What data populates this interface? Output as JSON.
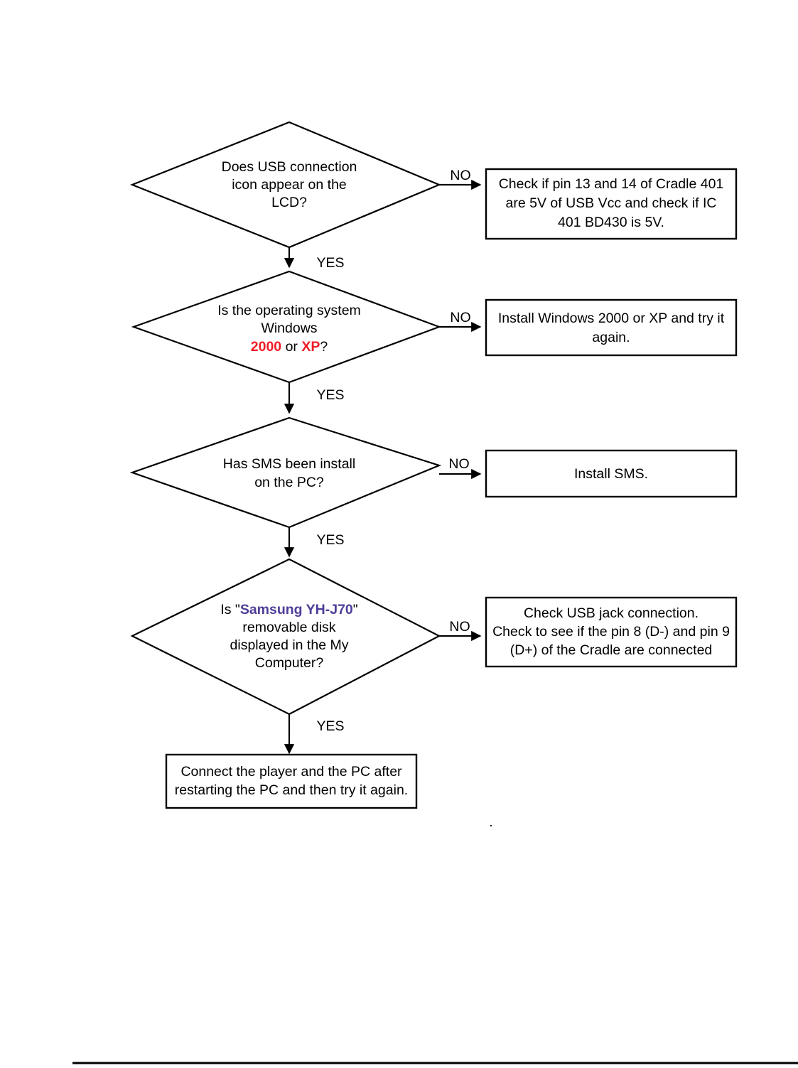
{
  "document": {
    "type": "troubleshooting-flowchart",
    "title": "USB connection troubleshooting flow"
  },
  "colors": {
    "stroke": "#000000",
    "background": "#ffffff",
    "highlight_red": "#ee1c25",
    "highlight_purple": "#4f3d99"
  },
  "labels": {
    "yes": "YES",
    "no": "NO",
    "trailing_period": "."
  },
  "chart_data": {
    "type": "diagram",
    "diagram_kind": "flowchart",
    "orientation": "top-to-bottom",
    "nodes": [
      {
        "id": "d1",
        "shape": "decision",
        "lines": [
          "Does USB connection",
          "icon appear on the",
          "LCD?"
        ],
        "text": "Does USB connection icon appear on the LCD?"
      },
      {
        "id": "p1",
        "shape": "process",
        "lines": [
          "Check if pin 13 and 14 of Cradle 401",
          "are 5V of USB Vcc and check if IC",
          "401 BD430 is 5V."
        ],
        "text": "Check if pin 13 and 14 of Cradle 401 are 5V of USB Vcc and check if IC 401 BD430 is 5V."
      },
      {
        "id": "d2",
        "shape": "decision",
        "lines": [
          "Is the operating system",
          "Windows",
          "2000 or XP?"
        ],
        "text": "Is the operating system Windows 2000 or XP?",
        "rich_line_3": [
          {
            "t": "2000",
            "style": "red-bold"
          },
          {
            "t": " or ",
            "style": "plain"
          },
          {
            "t": "XP",
            "style": "red-bold"
          },
          {
            "t": "?",
            "style": "plain"
          }
        ]
      },
      {
        "id": "p2",
        "shape": "process",
        "lines": [
          "Install Windows 2000 or XP and try it",
          "again."
        ],
        "text": "Install Windows 2000 or XP and try it again."
      },
      {
        "id": "d3",
        "shape": "decision",
        "lines": [
          "Has SMS been install",
          "on the PC?"
        ],
        "text": "Has SMS been install on the PC?"
      },
      {
        "id": "p3",
        "shape": "process",
        "lines": [
          "Install SMS."
        ],
        "text": "Install SMS."
      },
      {
        "id": "d4",
        "shape": "decision",
        "lines": [
          "Is \"Samsung  YH-J70\"",
          "removable disk",
          "displayed in the My",
          "Computer?"
        ],
        "text": "Is \"Samsung  YH-J70\" removable disk displayed in the My Computer?",
        "rich_line_1": [
          {
            "t": "Is \"",
            "style": "plain"
          },
          {
            "t": "Samsung  YH-J70",
            "style": "purple-bold"
          },
          {
            "t": "\"",
            "style": "plain"
          }
        ]
      },
      {
        "id": "p4",
        "shape": "process",
        "lines": [
          "Check USB jack connection.",
          "Check to see if the pin 8 (D-) and pin 9",
          "(D+) of the Cradle are connected"
        ],
        "text": "Check USB jack connection. Check to see if the pin 8 (D-) and pin 9 (D+) of the Cradle are connected"
      },
      {
        "id": "p5",
        "shape": "process",
        "lines": [
          "Connect the player and the PC after",
          "restarting the PC and then try it again."
        ],
        "text": "Connect the player and the PC after restarting the PC and then try it again."
      }
    ],
    "edges": [
      {
        "from": "d1",
        "to": "p1",
        "label": "NO",
        "direction": "right"
      },
      {
        "from": "d1",
        "to": "d2",
        "label": "YES",
        "direction": "down"
      },
      {
        "from": "d2",
        "to": "p2",
        "label": "NO",
        "direction": "right"
      },
      {
        "from": "d2",
        "to": "d3",
        "label": "YES",
        "direction": "down"
      },
      {
        "from": "d3",
        "to": "p3",
        "label": "NO",
        "direction": "right"
      },
      {
        "from": "d3",
        "to": "d4",
        "label": "YES",
        "direction": "down"
      },
      {
        "from": "d4",
        "to": "p4",
        "label": "NO",
        "direction": "right"
      },
      {
        "from": "d4",
        "to": "p5",
        "label": "YES",
        "direction": "down"
      }
    ]
  },
  "d1": {
    "l1": "Does USB connection",
    "l2": "icon appear on the",
    "l3": "LCD?"
  },
  "p1": {
    "l1": "Check if pin 13 and 14 of Cradle 401",
    "l2": "are 5V of USB Vcc and check if IC",
    "l3": "401 BD430 is 5V."
  },
  "d2": {
    "l1": "Is the operating system",
    "l2": "Windows",
    "l3a": "2000",
    "l3b": " or ",
    "l3c": "XP",
    "l3d": "?"
  },
  "p2": {
    "l1": "Install Windows 2000 or XP and try it",
    "l2": "again."
  },
  "d3": {
    "l1": "Has SMS been install",
    "l2": "on the PC?"
  },
  "p3": {
    "l1": "Install SMS."
  },
  "d4": {
    "l1a": "Is \"",
    "l1b": "Samsung  YH-J70",
    "l1c": "\"",
    "l2": "removable disk",
    "l3": "displayed in the My",
    "l4": "Computer?"
  },
  "p4": {
    "l1": "Check USB jack connection.",
    "l2": "Check to see if the pin 8 (D-) and pin 9",
    "l3": "(D+) of the Cradle are connected"
  },
  "p5": {
    "l1": "Connect the player and the PC after",
    "l2": "restarting the PC and then try it again."
  },
  "edges": {
    "e1_no": "NO",
    "e1_yes": "YES",
    "e2_no": "NO",
    "e2_yes": "YES",
    "e3_no": "NO",
    "e3_yes": "YES",
    "e4_no": "NO",
    "e4_yes": "YES"
  },
  "misc": {
    "stray_period": "."
  }
}
